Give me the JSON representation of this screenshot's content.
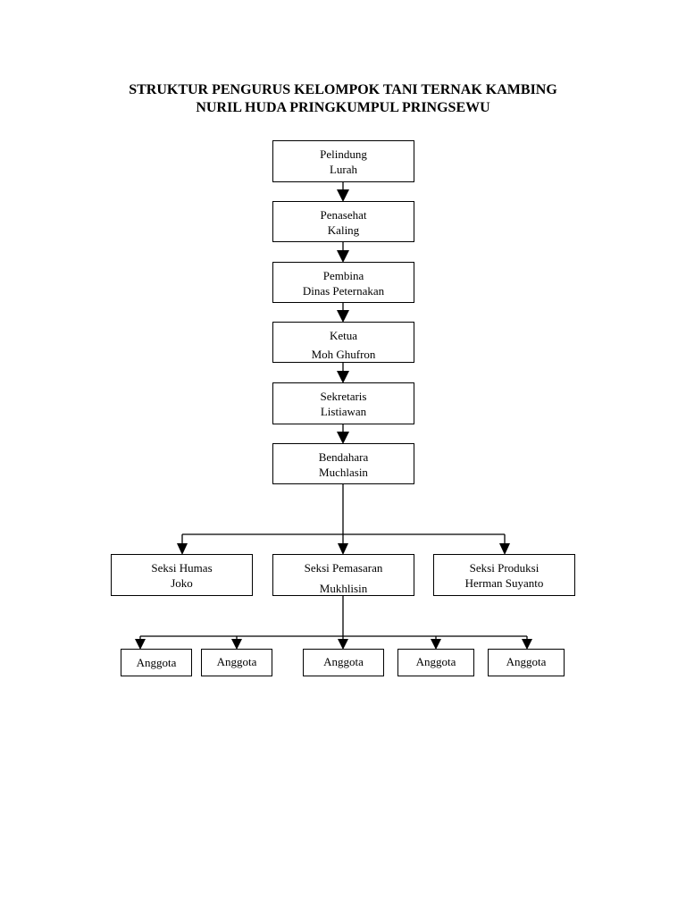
{
  "title": {
    "line1": "STRUKTUR PENGURUS KELOMPOK TANI TERNAK KAMBING",
    "line2": "NURIL HUDA PRINGKUMPUL  PRINGSEWU"
  },
  "chain": [
    {
      "role": "Pelindung",
      "name": "Lurah"
    },
    {
      "role": "Penasehat",
      "name": "Kaling"
    },
    {
      "role": "Pembina",
      "name": "Dinas Peternakan"
    },
    {
      "role": "Ketua",
      "name": "Moh Ghufron"
    },
    {
      "role": "Sekretaris",
      "name": "Listiawan"
    },
    {
      "role": "Bendahara",
      "name": "Muchlasin"
    }
  ],
  "sections": [
    {
      "role": "Seksi Humas",
      "name": "Joko"
    },
    {
      "role": "Seksi  Pemasaran",
      "name": "Mukhlisin"
    },
    {
      "role": "Seksi  Produksi",
      "name": "Herman Suyanto"
    }
  ],
  "members": [
    "Anggota",
    "Anggota",
    "Anggota",
    "Anggota",
    "Anggota"
  ]
}
